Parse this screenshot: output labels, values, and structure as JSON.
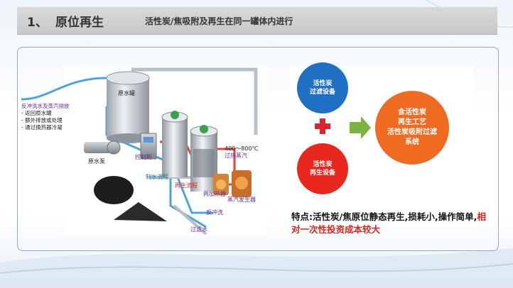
{
  "header": {
    "number": "1、",
    "title": "原位再生",
    "subtitle": "活性炭/焦吸附及再生在同一罐体内进行"
  },
  "diagram": {
    "labels": {
      "raw_tank": "原水罐",
      "raw_pump": "原水泵",
      "control_cabinet": "控制柜",
      "regen_water_flow": "制水流程",
      "regen_flow": "再生流程",
      "reheater": "再加热器",
      "steam_generator": "蒸汽发生器",
      "superheated_steam_temp": "400～800℃",
      "superheated_steam": "过热蒸汽",
      "backwash": "反冲洗",
      "filtered_water": "过滤水"
    },
    "note": {
      "title": "反冲洗水及蒸汽排放",
      "items": [
        "- 返回原水罐",
        "- 额外排放或处理",
        "- 通过换热器冷凝"
      ]
    }
  },
  "process": {
    "top_circle": "活性炭\n过滤设备",
    "bottom_circle": "活性炭\n再生设备",
    "result_circle": "含活性炭\n再生工艺\n活性炭吸附过滤\n系统",
    "colors": {
      "blue": "#1f6fc2",
      "red": "#e8281e",
      "orange": "#ef6b22",
      "plus": "#d9252e",
      "arrow": "#7cb342"
    }
  },
  "feature": {
    "prefix": "特点:",
    "text": "活性炭/焦原位静态再生,损耗小,操作简单,",
    "highlight": "相对一次性投资成本较大"
  }
}
